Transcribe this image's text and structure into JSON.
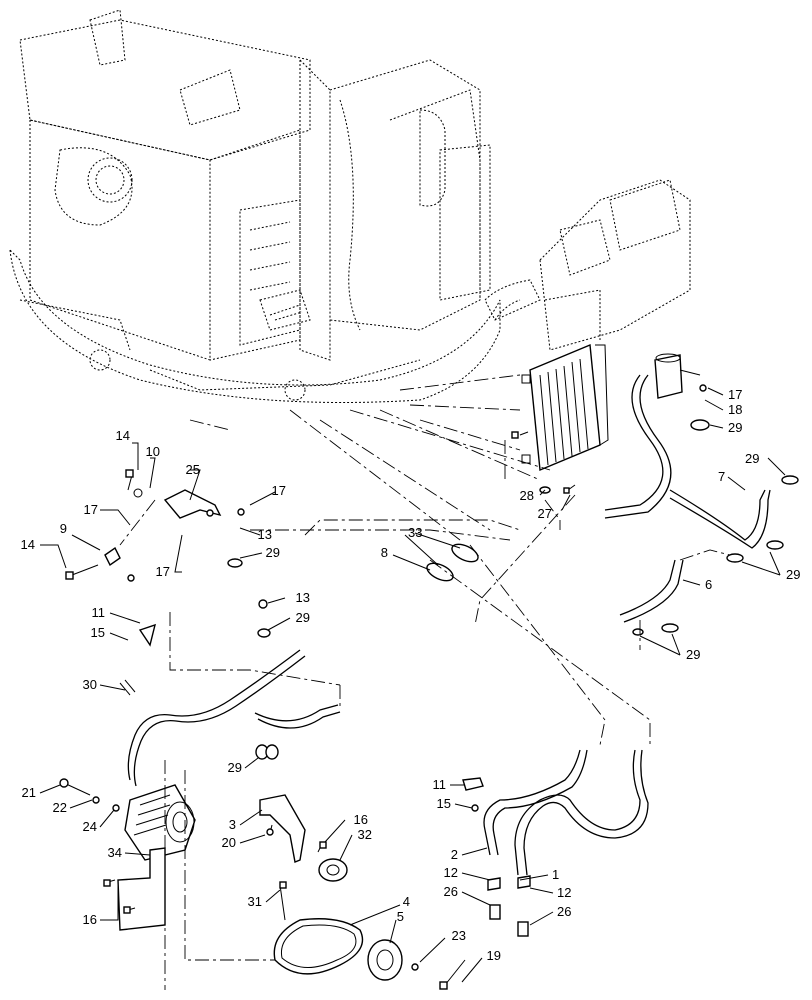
{
  "diagram": {
    "callouts": {
      "c1": "1",
      "c2": "2",
      "c3": "3",
      "c4": "4",
      "c5": "5",
      "c6": "6",
      "c7": "7",
      "c8": "8",
      "c9": "9",
      "c10": "10",
      "c11a": "11",
      "c11b": "11",
      "c12a": "12",
      "c12b": "12",
      "c13a": "13",
      "c13b": "13",
      "c14a": "14",
      "c14b": "14",
      "c15a": "15",
      "c15b": "15",
      "c16a": "16",
      "c16b": "16",
      "c17a": "17",
      "c17b": "17",
      "c17c": "17",
      "c17d": "17",
      "c18": "18",
      "c19": "19",
      "c20": "20",
      "c21": "21",
      "c22": "22",
      "c23": "23",
      "c24": "24",
      "c25": "25",
      "c26a": "26",
      "c26b": "26",
      "c27": "27",
      "c28": "28",
      "c29a": "29",
      "c29b": "29",
      "c29c": "29",
      "c29d": "29",
      "c29e": "29",
      "c29f": "29",
      "c29g": "29",
      "c30": "30",
      "c31": "31",
      "c32": "32",
      "c33": "33",
      "c34": "34"
    }
  }
}
